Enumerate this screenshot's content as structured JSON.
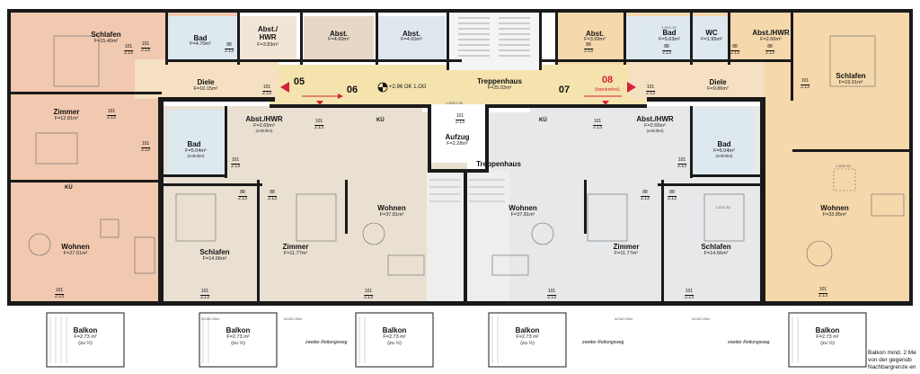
{
  "colors": {
    "apt05": "#f1c8b0",
    "apt06": "#e9e0d2",
    "apt07": "#e6e8ea",
    "apt08": "#f5d8ab",
    "corridor": "#f5e3ae",
    "bath": "#dde8ef",
    "grey": "#cfcfcf",
    "wall": "#1a1a1a",
    "accent": "#d4213a"
  },
  "units": {
    "u05": "05",
    "u06": "06",
    "u07": "07",
    "u08": "08",
    "u08_sub": "(barrierefrei)"
  },
  "level_marker": "+2.96 OK 1.OG",
  "rooms": [
    {
      "id": "schlafen-05",
      "name": "Schlafen",
      "area": "F=15.40m²"
    },
    {
      "id": "bad-05",
      "name": "Bad",
      "area": "F=4.70m²"
    },
    {
      "id": "abst-05",
      "name": "Abst./ HWR",
      "area": "F=3.83m²"
    },
    {
      "id": "abst-a",
      "name": "Abst.",
      "area": "F=4.60m²"
    },
    {
      "id": "abst-b",
      "name": "Abst.",
      "area": "F=4.60m²"
    },
    {
      "id": "diele-05",
      "name": "Diele",
      "area": "F=10.15m²"
    },
    {
      "id": "zimmer-05",
      "name": "Zimmer",
      "area": "F=12.81m²"
    },
    {
      "id": "wohnen-05",
      "name": "Wohnen",
      "area": "F=27.51m²"
    },
    {
      "id": "abst-hwr-06",
      "name": "Abst./HWR",
      "area": "F=2.65m²"
    },
    {
      "id": "bad-06",
      "name": "Bad",
      "area": "F=5.04m²"
    },
    {
      "id": "schlafen-06",
      "name": "Schlafen",
      "area": "F=14.66m²"
    },
    {
      "id": "zimmer-06",
      "name": "Zimmer",
      "area": "F=11.77m²"
    },
    {
      "id": "wohnen-06",
      "name": "Wohnen",
      "area": "F=37.81m²"
    },
    {
      "id": "aufzug",
      "name": "Aufzug",
      "area": "F=2.28m²"
    },
    {
      "id": "treppenhaus-top",
      "name": "Treppenhaus",
      "area": "F=25.03m²"
    },
    {
      "id": "treppenhaus",
      "name": "Treppenhaus",
      "area": ""
    },
    {
      "id": "wohnen-07",
      "name": "Wohnen",
      "area": "F=37.81m²"
    },
    {
      "id": "zimmer-07",
      "name": "Zimmer",
      "area": "F=11.77m²"
    },
    {
      "id": "schlafen-07",
      "name": "Schlafen",
      "area": "F=14.66m²"
    },
    {
      "id": "abst-hwr-07",
      "name": "Abst./HWR",
      "area": "F=2.65m²"
    },
    {
      "id": "bad-07",
      "name": "Bad",
      "area": "F=5.04m²"
    },
    {
      "id": "abst-08a",
      "name": "Abst.",
      "area": "F=3.99m²"
    },
    {
      "id": "bad-08",
      "name": "Bad",
      "area": "F=5.63m²"
    },
    {
      "id": "wc-08",
      "name": "WC",
      "area": "F=1.95m²"
    },
    {
      "id": "abst-hwr-08",
      "name": "Abst./HWR",
      "area": "F=2.66m²"
    },
    {
      "id": "diele-08",
      "name": "Diele",
      "area": "F=9.86m²"
    },
    {
      "id": "schlafen-08",
      "name": "Schlafen",
      "area": "F=19.91m²"
    },
    {
      "id": "wohnen-08",
      "name": "Wohnen",
      "area": "F=33.85m²"
    }
  ],
  "room_tags": {
    "entlueftet": "(entlüftet)",
    "bad06_tag": "(entlüftet)",
    "bad07_tag": "(entlüftet)"
  },
  "balconies": [
    {
      "name": "Balkon",
      "area": "F=2.73 m²",
      "note": "(zu ½)"
    },
    {
      "name": "Balkon",
      "area": "F=2.73 m²",
      "note": "(zu ½)"
    },
    {
      "name": "Balkon",
      "area": "F=2.73 m²",
      "note": "(zu ½)"
    },
    {
      "name": "Balkon",
      "area": "F=2.73 m²",
      "note": "(zu ½)"
    },
    {
      "name": "Balkon",
      "area": "F=2.73 m²",
      "note": "(zu ½)"
    }
  ],
  "kitchen_label": "KÜ",
  "rettungsweg": "zweiter Rettungsweg",
  "door_code": {
    "top": "101",
    "bottom": "2.13"
  },
  "door_code_small": {
    "top": "88",
    "bottom": "2.13"
  },
  "dims": {
    "d1": "1.550/1.30",
    "d2": "1.20/2.30",
    "d3": "1.00/1.20",
    "d4": "A/15/0.90m"
  },
  "note_lines": [
    "Balkon mind. 2 Me",
    "von der gegenüb",
    "Nachbargrenze en"
  ]
}
